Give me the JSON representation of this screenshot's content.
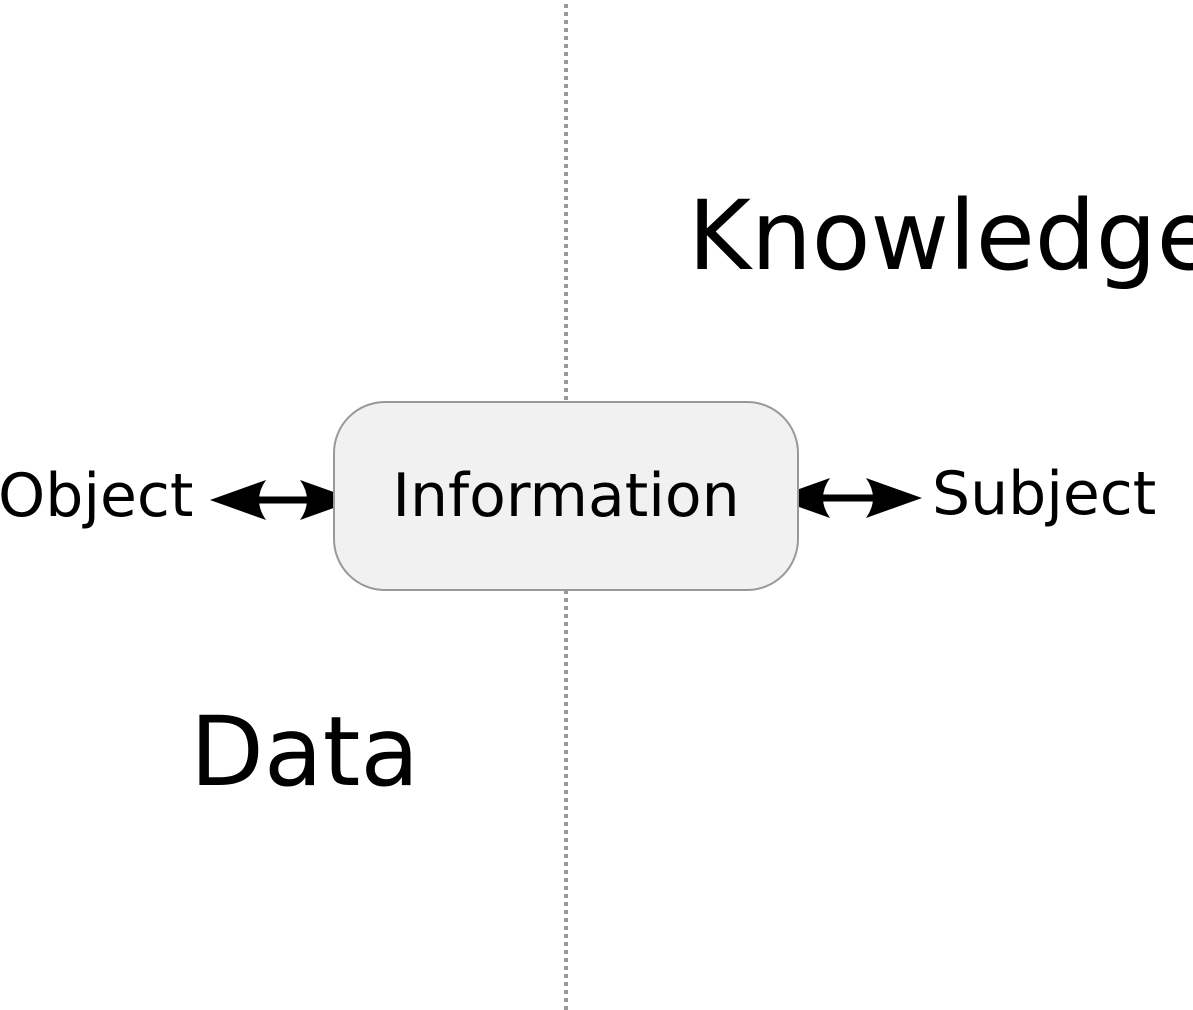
{
  "labels": {
    "knowledge": "Knowledge",
    "data": "Data",
    "object": "Object",
    "subject": "Subject",
    "information": "Information"
  },
  "colors": {
    "divider": "#999999",
    "box_fill": "#f1f1f1",
    "box_border": "#999999",
    "arrow": "#000000",
    "text": "#000000"
  }
}
